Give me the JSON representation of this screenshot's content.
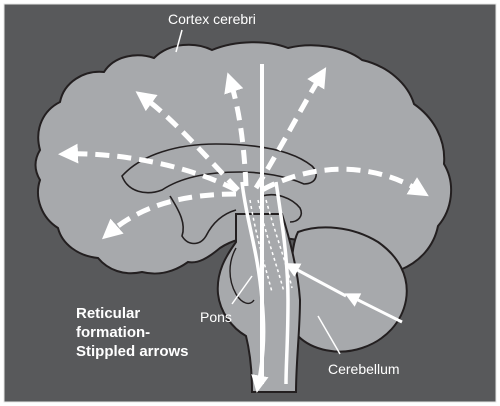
{
  "labels": {
    "cortex": "Cortex cerebri",
    "pons": "Pons",
    "cerebellum": "Cerebellum",
    "reticular_line1": "Reticular",
    "reticular_line2": "formation-",
    "reticular_line3": "Stippled arrows"
  },
  "colors": {
    "background": "#58595b",
    "brain_fill": "#a7a9ac",
    "outline": "#231f20",
    "arrow": "#ffffff"
  }
}
